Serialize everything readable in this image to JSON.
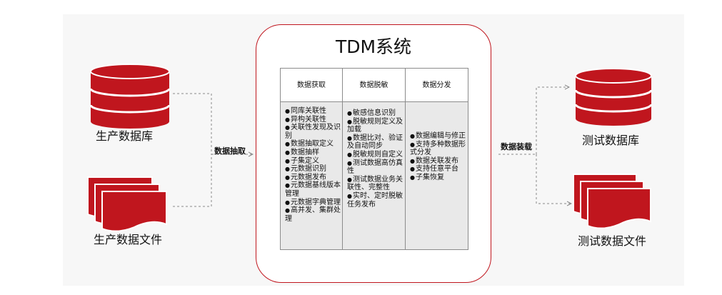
{
  "tdm": {
    "title": "TDM系统",
    "columns": [
      {
        "header": "数据获取",
        "items": [
          "同库关联性",
          "异构关联性",
          "关联性发现及识别",
          "数据抽取定义",
          "数据抽样",
          "子集定义",
          "元数据识别",
          "元数据发布",
          "元数据基线版本管理",
          "元数据字典管理",
          "高并发、集群处理"
        ]
      },
      {
        "header": "数据脱敏",
        "items": [
          "敏感信息识别",
          "脱敏规则定义及加载",
          "数据比对、验证及自动同步",
          "脱敏规则自定义",
          "测试数据高仿真性",
          "测试数据业务关联性、完整性",
          "实时、定时脱敏任务发布"
        ]
      },
      {
        "header": "数据分发",
        "items": [
          "数据编辑与修正",
          "支持多种数据形式分发",
          "数据关联发布",
          "支持任意平台",
          "子集恢复"
        ]
      }
    ]
  },
  "left": {
    "db_label": "生产数据库",
    "file_label": "生产数据文件",
    "flow_label": "数据抽取"
  },
  "right": {
    "db_label": "测试数据库",
    "file_label": "测试数据文件",
    "flow_label": "数据装载"
  },
  "colors": {
    "accent": "#c0161e",
    "panel": "#f7f7f7",
    "border": "#8b8b8b",
    "cell_fill": "#e9e9e9"
  },
  "icons": {
    "database": "database-icon",
    "file_stack": "file-stack-icon"
  }
}
